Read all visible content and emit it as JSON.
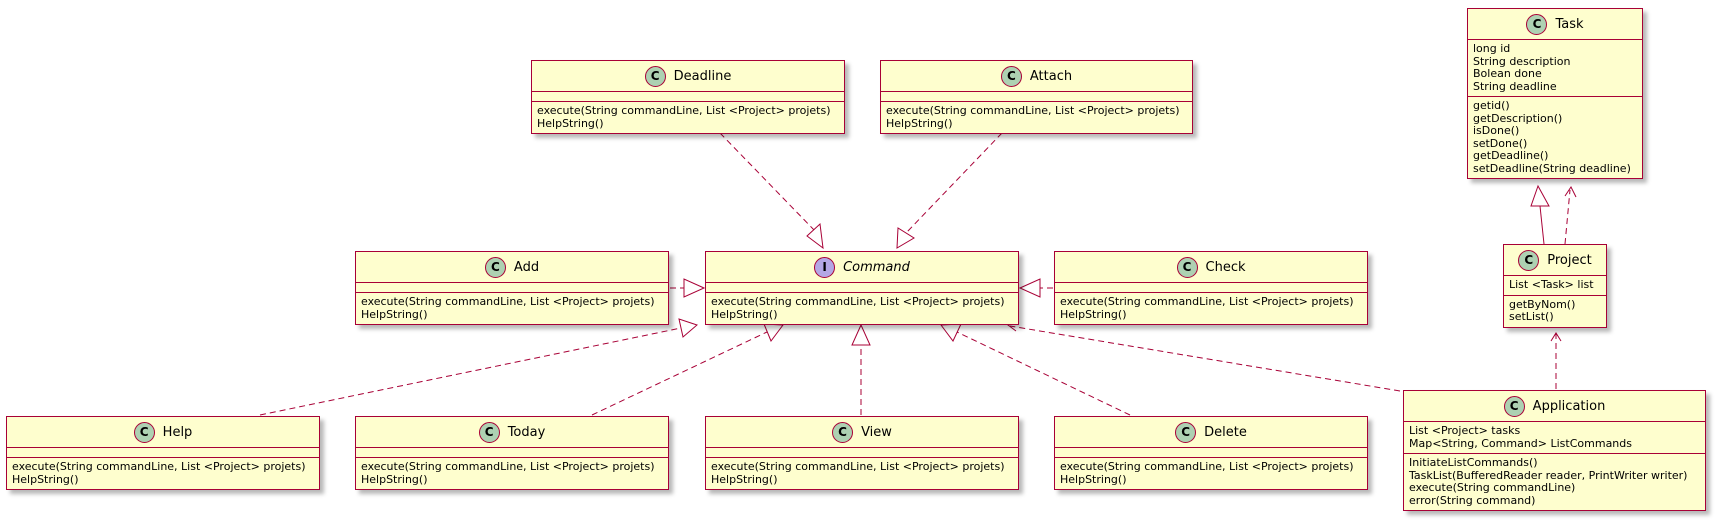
{
  "colors": {
    "class_fill": "#FEFECE",
    "border": "#A80036",
    "class_badge": "#ADD1B2",
    "interface_badge": "#B4A7E5"
  },
  "classes": {
    "deadline": {
      "badge": "C",
      "name": "Deadline",
      "methods": [
        "execute(String commandLine, List <Project> projets)",
        "HelpString()"
      ]
    },
    "attach": {
      "badge": "C",
      "name": "Attach",
      "methods": [
        "execute(String commandLine, List <Project> projets)",
        "HelpString()"
      ]
    },
    "add": {
      "badge": "C",
      "name": "Add",
      "methods": [
        "execute(String commandLine, List <Project> projets)",
        "HelpString()"
      ]
    },
    "command": {
      "badge": "I",
      "name": "Command",
      "methods": [
        "execute(String commandLine, List <Project> projets)",
        "HelpString()"
      ]
    },
    "check": {
      "badge": "C",
      "name": "Check",
      "methods": [
        "execute(String commandLine, List <Project> projets)",
        "HelpString()"
      ]
    },
    "help": {
      "badge": "C",
      "name": "Help",
      "methods": [
        "execute(String commandLine, List <Project> projets)",
        "HelpString()"
      ]
    },
    "today": {
      "badge": "C",
      "name": "Today",
      "methods": [
        "execute(String commandLine, List <Project> projets)",
        "HelpString()"
      ]
    },
    "view": {
      "badge": "C",
      "name": "View",
      "methods": [
        "execute(String commandLine, List <Project> projets)",
        "HelpString()"
      ]
    },
    "delete": {
      "badge": "C",
      "name": "Delete",
      "methods": [
        "execute(String commandLine, List <Project> projets)",
        "HelpString()"
      ]
    },
    "task": {
      "badge": "C",
      "name": "Task",
      "fields": [
        "long id",
        "String description",
        "Bolean done",
        "String deadline"
      ],
      "methods": [
        "getid()",
        "getDescription()",
        "isDone()",
        "setDone()",
        "getDeadline()",
        "setDeadline(String deadline)"
      ]
    },
    "project": {
      "badge": "C",
      "name": "Project",
      "fields": [
        "List <Task> list"
      ],
      "methods": [
        "getByNom()",
        "setList()"
      ]
    },
    "application": {
      "badge": "C",
      "name": "Application",
      "fields": [
        "List <Project> tasks",
        "Map<String, Command> ListCommands"
      ],
      "methods": [
        "InitiateListCommands()",
        "TaskList(BufferedReader reader, PrintWriter writer)",
        "execute(String commandLine)",
        "error(String command)"
      ]
    }
  },
  "relations": [
    {
      "from": "Deadline",
      "to": "Command",
      "kind": "realization"
    },
    {
      "from": "Attach",
      "to": "Command",
      "kind": "realization"
    },
    {
      "from": "Add",
      "to": "Command",
      "kind": "realization"
    },
    {
      "from": "Check",
      "to": "Command",
      "kind": "realization"
    },
    {
      "from": "Help",
      "to": "Command",
      "kind": "realization"
    },
    {
      "from": "Today",
      "to": "Command",
      "kind": "realization"
    },
    {
      "from": "View",
      "to": "Command",
      "kind": "realization"
    },
    {
      "from": "Delete",
      "to": "Command",
      "kind": "realization"
    },
    {
      "from": "Application",
      "to": "Command",
      "kind": "dependency"
    },
    {
      "from": "Application",
      "to": "Project",
      "kind": "dependency"
    },
    {
      "from": "Project",
      "to": "Task",
      "kind": "generalization"
    },
    {
      "from": "Project",
      "to": "Task",
      "kind": "dependency"
    }
  ]
}
